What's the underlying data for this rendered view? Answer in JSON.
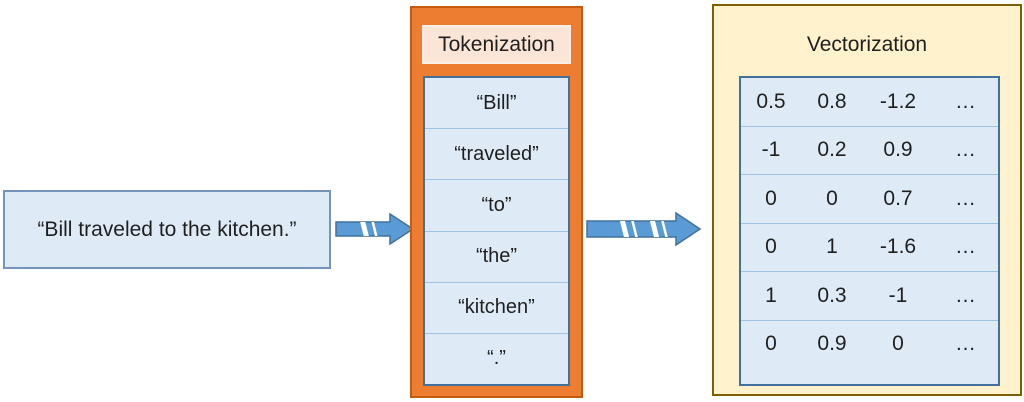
{
  "input": {
    "sentence": "“Bill traveled to the kitchen.”"
  },
  "tokenization": {
    "title": "Tokenization",
    "tokens": [
      "“Bill”",
      "“traveled”",
      "“to”",
      "“the”",
      "“kitchen”",
      "“.”"
    ]
  },
  "vectorization": {
    "title": "Vectorization",
    "matrix": [
      [
        "0.5",
        "0.8",
        "-1.2",
        "…"
      ],
      [
        "-1",
        "0.2",
        "0.9",
        "…"
      ],
      [
        "0",
        "0",
        "0.7",
        "…"
      ],
      [
        "0",
        "1",
        "-1.6",
        "…"
      ],
      [
        "1",
        "0.3",
        "-1",
        "…"
      ],
      [
        "0",
        "0.9",
        "0",
        "…"
      ]
    ]
  },
  "colors": {
    "arrow_fill": "#5B9BD5",
    "arrow_outline": "#41719C",
    "box_fill_blue": "#DEEBF7",
    "box_border_blue": "#41719C",
    "divider_blue": "#9DC3E6",
    "tokenization_fill": "#ED7D31",
    "tokenization_border": "#C55A11",
    "tokenization_header_fill": "#FBE5D6",
    "vectorization_fill": "#FFF2CC",
    "vectorization_border": "#7F6000"
  }
}
